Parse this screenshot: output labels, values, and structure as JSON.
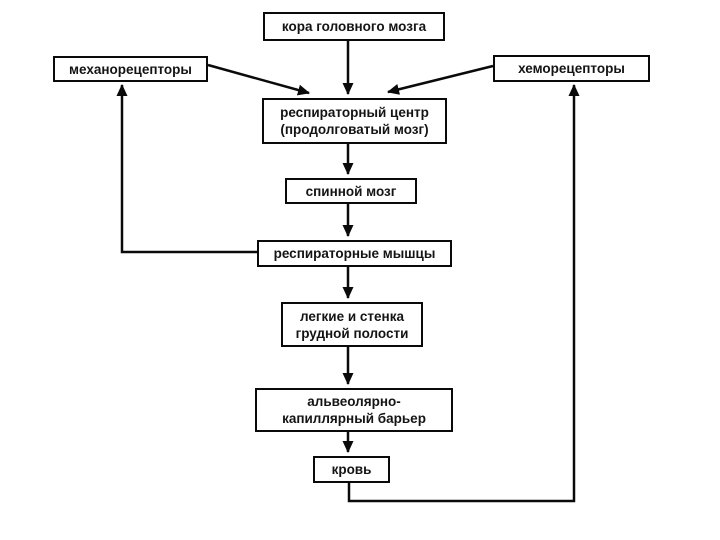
{
  "diagram": {
    "background_color": "#ffffff",
    "line_color": "#0a0a0a",
    "text_color": "#141414",
    "box_fill": "#ffffff",
    "nodes": {
      "cortex": {
        "line1": "кора головного мозга"
      },
      "mechanoreceptors": {
        "line1": "механорецепторы"
      },
      "chemoreceptors": {
        "line1": "хеморецепторы"
      },
      "respiratory_center": {
        "line1": "респираторный центр",
        "line2": "(продолговатый мозг)"
      },
      "spinal_cord": {
        "line1": "спинной мозг"
      },
      "respiratory_muscles": {
        "line1": "респираторные мышцы"
      },
      "lungs_chest_wall": {
        "line1": "легкие и стенка",
        "line2": "грудной полости"
      },
      "alveolar_capillary_barrier": {
        "line1": "альвеолярно-",
        "line2": "капиллярный барьер"
      },
      "blood": {
        "line1": "кровь"
      }
    },
    "edges": [
      {
        "from": "кора головного мозга",
        "to": "респираторный центр (продолговатый мозг)"
      },
      {
        "from": "механорецепторы",
        "to": "респираторный центр (продолговатый мозг)"
      },
      {
        "from": "хеморецепторы",
        "to": "респираторный центр (продолговатый мозг)"
      },
      {
        "from": "респираторный центр (продолговатый мозг)",
        "to": "спинной мозг"
      },
      {
        "from": "спинной мозг",
        "to": "респираторные мышцы"
      },
      {
        "from": "респираторные мышцы",
        "to": "легкие и стенка грудной полости"
      },
      {
        "from": "легкие и стенка грудной полости",
        "to": "альвеолярно-капиллярный барьер"
      },
      {
        "from": "альвеолярно-капиллярный барьер",
        "to": "кровь"
      },
      {
        "from": "респираторные мышцы",
        "to": "механорецепторы"
      },
      {
        "from": "кровь",
        "to": "хеморецепторы"
      }
    ]
  }
}
